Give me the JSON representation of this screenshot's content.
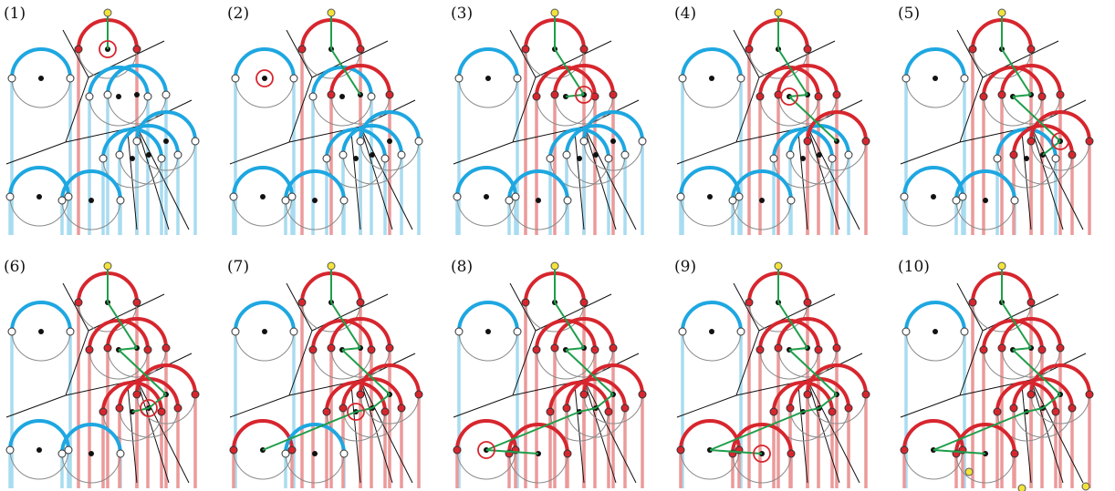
{
  "colors": {
    "blue_arc": "#1ea7e1",
    "blue_line": "#a8dcf0",
    "red_arc": "#d7262e",
    "red_line": "#ec9a9a",
    "green": "#1f9e4a",
    "yellow": "#f2e33a",
    "gray_circle": "#8a8a8a",
    "voronoi": "#111111"
  },
  "panels": [
    {
      "label": "(1)",
      "step": 1,
      "highlight": "c6"
    },
    {
      "label": "(2)",
      "step": 2,
      "highlight": "c1"
    },
    {
      "label": "(3)",
      "step": 3,
      "highlight": "c8"
    },
    {
      "label": "(4)",
      "step": 4,
      "highlight": "c7"
    },
    {
      "label": "(5)",
      "step": 5,
      "highlight": "c11"
    },
    {
      "label": "(6)",
      "step": 6,
      "highlight": "c10"
    },
    {
      "label": "(7)",
      "step": 7,
      "highlight": "c9"
    },
    {
      "label": "(8)",
      "step": 8,
      "highlight": "c2"
    },
    {
      "label": "(9)",
      "step": 9,
      "highlight": "c3"
    },
    {
      "label": "(10)",
      "step": 10,
      "highlight": ""
    }
  ]
}
